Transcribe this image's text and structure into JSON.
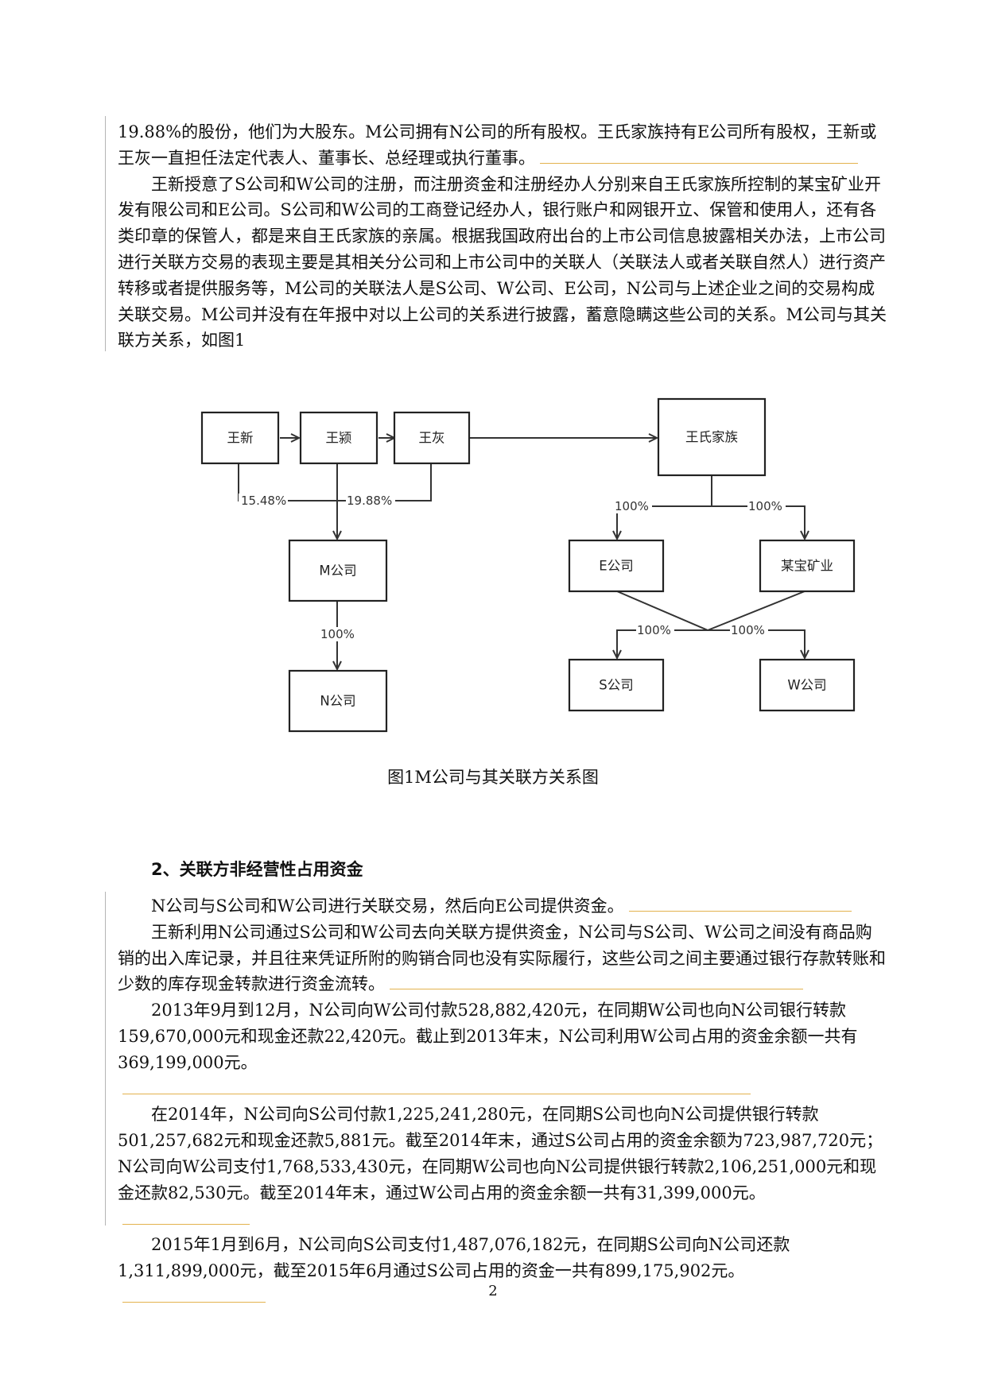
{
  "top_paragraphs": [
    {
      "text": "19.88%的股份，他们为大股东。M公司拥有N公司的所有股权。王氏家族持有E公司所有股权，王新或王灰一直担任法定代表人、董事长、总经理或执行董事。",
      "indent": false
    },
    {
      "text": "王新授意了S公司和W公司的注册，而注册资金和注册经办人分别来自王氏家族所控制的某宝矿业开发有限公司和E公司。S公司和W公司的工商登记经办人，银行账户和网银开立、保管和使用人，还有各类印章的保管人，都是来自王氏家族的亲属。根据我国政府出台的上市公司信息披露相关办法，上市公司进行关联方交易的表现主要是其相关分公司和上市公司中的关联人（关联法人或者关联自然人）进行资产转移或者提供服务等，M公司的关联法人是S公司、W公司、E公司，N公司与上述企业之间的交易构成关联交易。M公司并没有在年报中对以上公司的关系进行披露，蓄意隐瞒这些公司的关系。M公司与其关联方关系，如图1",
      "indent": true
    }
  ],
  "diagram": {
    "nodes": {
      "wangxin": "王新",
      "wangying": "王颍",
      "wanghui": "王灰",
      "family": "王氏家族",
      "m": "M公司",
      "n": "N公司",
      "e": "E公司",
      "mining": "某宝矿业",
      "s": "S公司",
      "w": "W公司"
    },
    "labels": {
      "wangxin_m": "15.48%",
      "wanghui_m": "19.88%",
      "m_n": "100%",
      "family_e": "100%",
      "family_mining": "100%",
      "to_s": "100%",
      "to_w": "100%"
    }
  },
  "figure_caption": "图1M公司与其关联方关系图",
  "section_heading": "2、关联方非经营性占用资金",
  "bottom_paragraphs": [
    {
      "text": "N公司与S公司和W公司进行关联交易，然后向E公司提供资金。"
    },
    {
      "text": "王新利用N公司通过S公司和W公司去向关联方提供资金，N公司与S公司、W公司之间没有商品购销的出入库记录，并且往来凭证所附的购销合同也没有实际履行，这些公司之间主要通过银行存款转账和少数的库存现金转款进行资金流转。"
    },
    {
      "text": "2013年9月到12月，N公司向W公司付款528,882,420元，在同期W公司也向N公司银行转款159,670,000元和现金还款22,420元。截止到2013年末，N公司利用W公司占用的资金余额一共有369,199,000元。"
    },
    {
      "text": "在2014年，N公司向S公司付款1,225,241,280元，在同期S公司也向N公司提供银行转款501,257,682元和现金还款5,881元。截至2014年末，通过S公司占用的资金余额为723,987,720元；N公司向W公司支付1,768,533,430元，在同期W公司也向N公司提供银行转款2,106,251,000元和现金还款82,530元。截至2014年末，通过W公司占用的资金余额一共有31,399,000元。"
    },
    {
      "text": "2015年1月到6月，N公司向S公司支付1,487,076,182元，在同期S公司向N公司还款1,311,899,000元，截至2015年6月通过S公司占用的资金一共有899,175,902元。"
    }
  ],
  "page_number": "2",
  "colors": {
    "underline": "#e3b24d",
    "margin_bar": "#b5b5b5"
  }
}
